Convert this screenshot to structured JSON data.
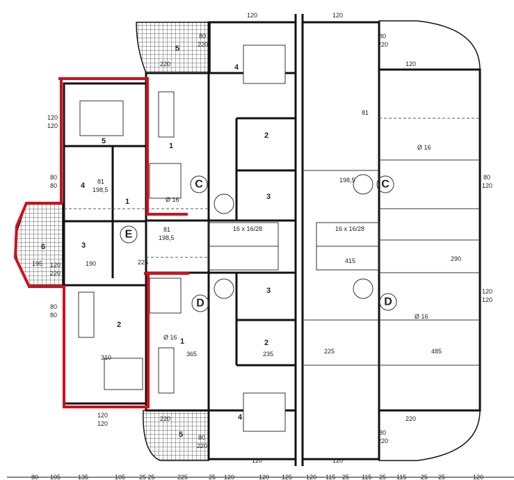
{
  "plan": {
    "highlight_color": "#d0101c",
    "units": {
      "C_left": "C",
      "D_left": "D",
      "E": "E",
      "C_right": "C",
      "D_right": "D"
    },
    "rooms": {
      "e1": "1",
      "e2": "2",
      "e3": "3",
      "e4": "4",
      "e5": "5",
      "e6": "6",
      "c1": "1",
      "c2": "2",
      "c3": "3",
      "c4": "4",
      "c5": "5",
      "d1": "1",
      "d2": "2",
      "d3": "3",
      "d4": "4",
      "d5": "5"
    },
    "dimensions": {
      "w_120_e": "120",
      "w_120_e2": "120",
      "w_80_e": "80",
      "w_80_e2": "80",
      "door_81_a": "81",
      "door_1985_a": "198,5",
      "door_81_b": "81",
      "door_1985_b": "198,5",
      "w_195": "195",
      "w_120_6": "120",
      "w_220_6": "220",
      "w_190": "190",
      "w_225": "225",
      "w_80_e3": "80",
      "w_80_e4": "80",
      "w_310": "310",
      "w_120_bot": "120",
      "w_120_bot2": "120",
      "w_80_top": "80",
      "w_220_top": "220",
      "w_120_t1": "120",
      "w_120_t2": "120",
      "w_220_t3": "220",
      "w_220_t4": "220",
      "w_120_t5": "120",
      "w_120_t6": "120",
      "w_81_c": "81",
      "w_1985_c": "198,5",
      "d16_c": "Ø 16",
      "d16_d": "Ø 16",
      "d16_r1": "Ø 16",
      "d16_r2": "Ø 16",
      "stairs_l": "16 x 16/28",
      "stairs_r": "16 x 16/28",
      "w_415": "415",
      "w_290": "290",
      "w_485": "485",
      "w_225_r": "225",
      "w_365": "365",
      "w_235": "235",
      "w_80_r": "80",
      "w_120_r": "120",
      "w_80_r2": "80",
      "w_120_r2": "120",
      "w_80_b": "80",
      "w_220_b": "220",
      "w_120_b1": "120",
      "w_120_b2": "120",
      "w_80_br": "80",
      "w_220_br": "220",
      "w_220_bx": "220",
      "w_220_by": "220"
    },
    "bottom_dims": [
      "80",
      "105",
      "135",
      "105",
      "25 25",
      "225",
      "25",
      "120",
      "120",
      "125",
      "120",
      "115",
      "25",
      "115",
      "25",
      "115",
      "25",
      "25",
      "120"
    ]
  }
}
